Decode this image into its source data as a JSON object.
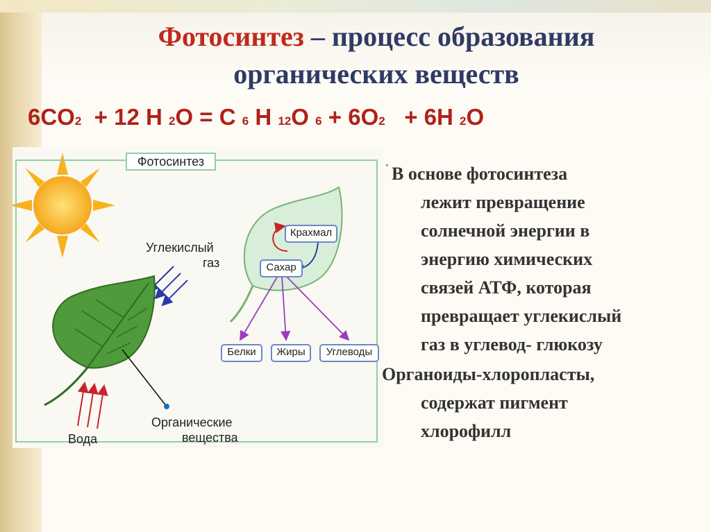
{
  "title": {
    "accent": "Фотосинтез",
    "rest_line1": " – процесс образования",
    "line2": "органических веществ"
  },
  "formula": {
    "parts": [
      {
        "t": "6CO",
        "sub": false
      },
      {
        "t": "2",
        "sub": true
      },
      {
        "t": "  + 12 Н ",
        "sub": false
      },
      {
        "t": "2",
        "sub": true
      },
      {
        "t": "О = С ",
        "sub": false
      },
      {
        "t": "6",
        "sub": true
      },
      {
        "t": " Н ",
        "sub": false
      },
      {
        "t": "12",
        "sub": true
      },
      {
        "t": "О ",
        "sub": false
      },
      {
        "t": "6",
        "sub": true
      },
      {
        "t": " + 6О",
        "sub": false
      },
      {
        "t": "2",
        "sub": true
      },
      {
        "t": "   + 6Н ",
        "sub": false
      },
      {
        "t": "2",
        "sub": true
      },
      {
        "t": "О",
        "sub": false
      }
    ]
  },
  "diagram": {
    "frame_label": "Фотосинтез",
    "co2_line1": "Углекислый",
    "co2_line2": "газ",
    "water": "Вода",
    "organic_line1": "Органические",
    "organic_line2": "вещества",
    "starch": "Крахмал",
    "sugar": "Сахар",
    "proteins": "Белки",
    "fats": "Жиры",
    "carbs": "Углеводы"
  },
  "body": {
    "paragraph1_lines": [
      "В основе фотосинтеза",
      "лежит превращение",
      "солнечной энергии в",
      "энергию химических",
      "связей АТФ, которая",
      "превращает углекислый",
      "газ в углевод- глюкозу"
    ],
    "paragraph2_lines": [
      "Органоиды-хлоропласты,",
      "содержат пигмент",
      "хлорофилл"
    ]
  },
  "colors": {
    "title": "#2f3a66",
    "accent": "#c0291e",
    "formula": "#b0211b",
    "leaf": "#4f9a3a",
    "sun": "#f7b21c"
  }
}
